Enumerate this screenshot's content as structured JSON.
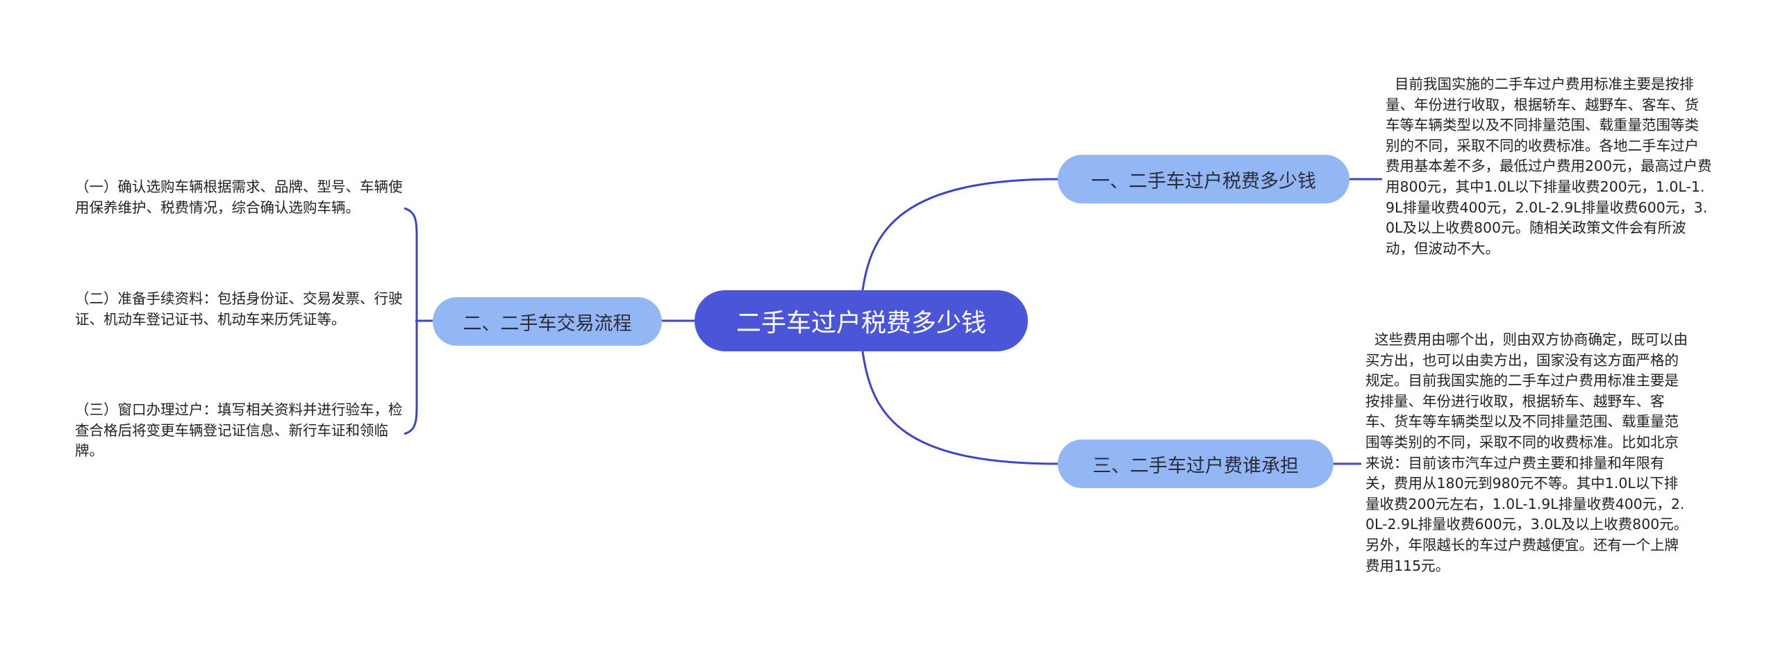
{
  "root": {
    "title": "二手车过户税费多少钱"
  },
  "branches": [
    {
      "label": "一、二手车过户税费多少钱",
      "text": "  目前我国实施的二手车过户费用标准主要是按排量、年份进行收取，根据轿车、越野车、客车、货车等车辆类型以及不同排量范围、载重量范围等类别的不同，采取不同的收费标准。各地二手车过户费用基本差不多，最低过户费用200元，最高过户费用800元，其中1.0L以下排量收费200元，1.0L-1.9L排量收费400元，2.0L-2.9L排量收费600元，3.0L及以上收费800元。随相关政策文件会有所波动，但波动不大。"
    },
    {
      "label": "二、二手车交易流程",
      "items": [
        "（一）确认选购车辆根据需求、品牌、型号、车辆使用保养维护、税费情况，综合确认选购车辆。",
        "（二）准备手续资料：包括身份证、交易发票、行驶证、机动车登记证书、机动车来历凭证等。",
        "（三）窗口办理过户：填写相关资料并进行验车，检查合格后将变更车辆登记证信息、新行车证和领临牌。"
      ]
    },
    {
      "label": "三、二手车过户费谁承担",
      "text": "  这些费用由哪个出，则由双方协商确定，既可以由买方出，也可以由卖方出，国家没有这方面严格的规定。目前我国实施的二手车过户费用标准主要是按排量、年份进行收取，根据轿车、越野车、客车、货车等车辆类型以及不同排量范围、载重量范围等类别的不同，采取不同的收费标准。比如北京来说：目前该市汽车过户费主要和排量和年限有关，费用从180元到980元不等。其中1.0L以下排量收费200元左右，1.0L-1.9L排量收费400元，2.0L-2.9L排量收费600元，3.0L及以上收费800元。另外，年限越长的车过户费越便宜。还有一个上牌费用115元。"
    }
  ],
  "colors": {
    "root_fill": "#4a55d8",
    "branch_fill": "#93b6f5",
    "connector": "#3d45c4"
  }
}
